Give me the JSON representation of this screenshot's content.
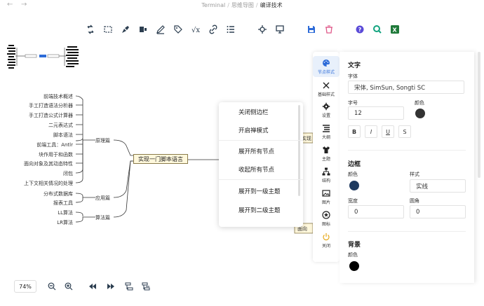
{
  "breadcrumb": {
    "items": [
      "Terminal",
      "思维导图"
    ],
    "current": "编译技术"
  },
  "nav": {
    "back": "←",
    "forward": "→"
  },
  "toolbar_icons": [
    "nodes-switch-icon",
    "select-all-icon",
    "brush-icon",
    "cube-icon",
    "pen-icon",
    "tag-icon",
    "formula-icon",
    "link-icon",
    "list-icon",
    "crosshair-icon",
    "presentation-icon",
    "save-icon",
    "delete-icon",
    "help-icon",
    "search-icon",
    "excel-icon"
  ],
  "mindmap": {
    "root": "实现一门脚本语言",
    "branches": [
      {
        "label": "原理篇",
        "children": [
          "前端技术概述",
          "手工打造语法分析器",
          "手工打造公式计算器",
          "二元表达式",
          "脚本语法",
          "前端工具：Antlr",
          "块作用于和函数",
          "面向对象及其动态特性",
          "闭包",
          "上下文相关情况的处理"
        ]
      },
      {
        "label": "应用篇",
        "children": [
          "分布式数据库",
          "报表工具"
        ]
      },
      {
        "label": "算法篇",
        "children": [
          "LL算法",
          "LR算法"
        ]
      }
    ],
    "partial_labels": [
      "实现",
      "面向"
    ]
  },
  "context_menu": {
    "items": [
      "关闭侧边栏",
      "开启禅模式",
      "展开所有节点",
      "收起所有节点",
      "展开到一级主题",
      "展开到二级主题"
    ]
  },
  "side_tabs": [
    "节点样式",
    "基础样式",
    "设置",
    "大纲",
    "主题",
    "结构",
    "图片",
    "图标",
    "关闭"
  ],
  "panel": {
    "text_section": {
      "title": "文字",
      "font_label": "字体",
      "font_value": "宋体, SimSun, Songti SC",
      "size_label": "字号",
      "size_value": "12",
      "color_label": "颜色",
      "color_value": "#333333",
      "format_buttons": [
        "B",
        "I",
        "U",
        "S"
      ]
    },
    "border_section": {
      "title": "边框",
      "color_label": "颜色",
      "color_value": "#1f3a5f",
      "style_label": "样式",
      "style_value": "实线",
      "width_label": "宽度",
      "width_value": "0",
      "radius_label": "圆角",
      "radius_value": "0"
    },
    "background_section": {
      "title": "背景",
      "color_label": "颜色",
      "color_value": "#000000"
    }
  },
  "bottom": {
    "zoom": "74%"
  },
  "colors": {
    "accent": "#2d6bd8",
    "save": "#2d6bd8",
    "delete": "#e05a8a",
    "help": "#5b4bd8",
    "search": "#12a37f",
    "excel": "#1f7a3a"
  }
}
